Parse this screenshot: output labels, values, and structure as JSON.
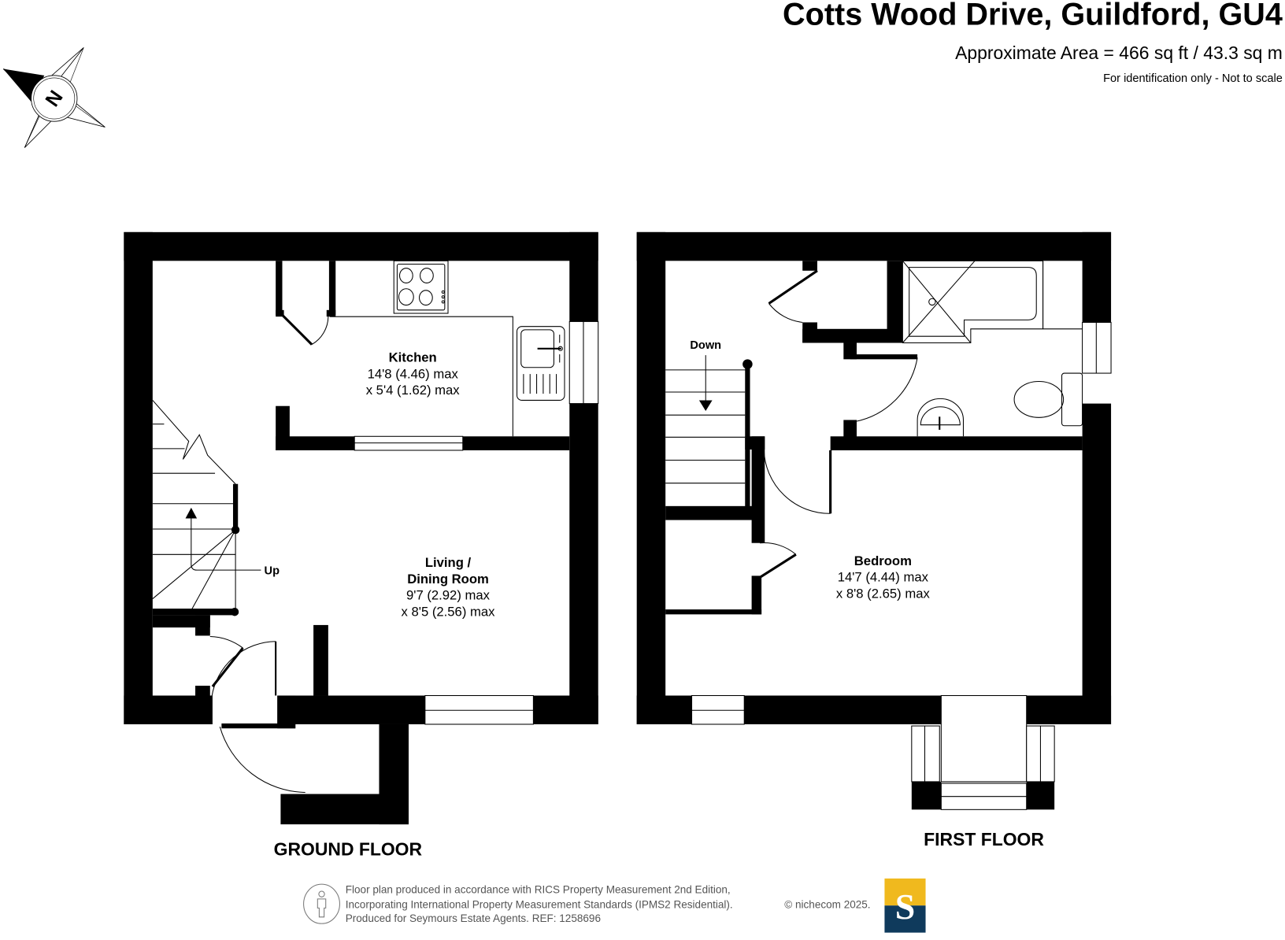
{
  "header": {
    "title": "Cotts Wood Drive, Guildford, GU4",
    "area": "Approximate Area = 466 sq ft / 43.3 sq m",
    "disclaimer": "For identification only - Not to scale"
  },
  "compass": {
    "icon": "compass-north-icon",
    "label": "N"
  },
  "ground_floor": {
    "label": "GROUND FLOOR",
    "stairs_label": "Up",
    "rooms": [
      {
        "name": "Kitchen",
        "dim1": "14'8 (4.46) max",
        "dim2": "x 5'4 (1.62) max"
      },
      {
        "name_line1": "Living /",
        "name_line2": "Dining Room",
        "dim1": "9'7 (2.92) max",
        "dim2": "x 8'5 (2.56) max"
      }
    ]
  },
  "first_floor": {
    "label": "FIRST FLOOR",
    "stairs_label": "Down",
    "rooms": [
      {
        "name": "Bedroom",
        "dim1": "14'7 (4.44) max",
        "dim2": "x 8'8 (2.65) max"
      }
    ]
  },
  "footer": {
    "line1": "Floor plan produced in accordance with RICS Property Measurement 2nd Edition,",
    "line2": "Incorporating International Property Measurement Standards (IPMS2 Residential).",
    "copyright": "© nichecom 2025.",
    "line3": "Produced for Seymours Estate Agents.   REF: 1258696",
    "logo_letter": "S",
    "logo_colors": {
      "top": "#F0B91E",
      "bottom": "#0F3A5C"
    }
  }
}
